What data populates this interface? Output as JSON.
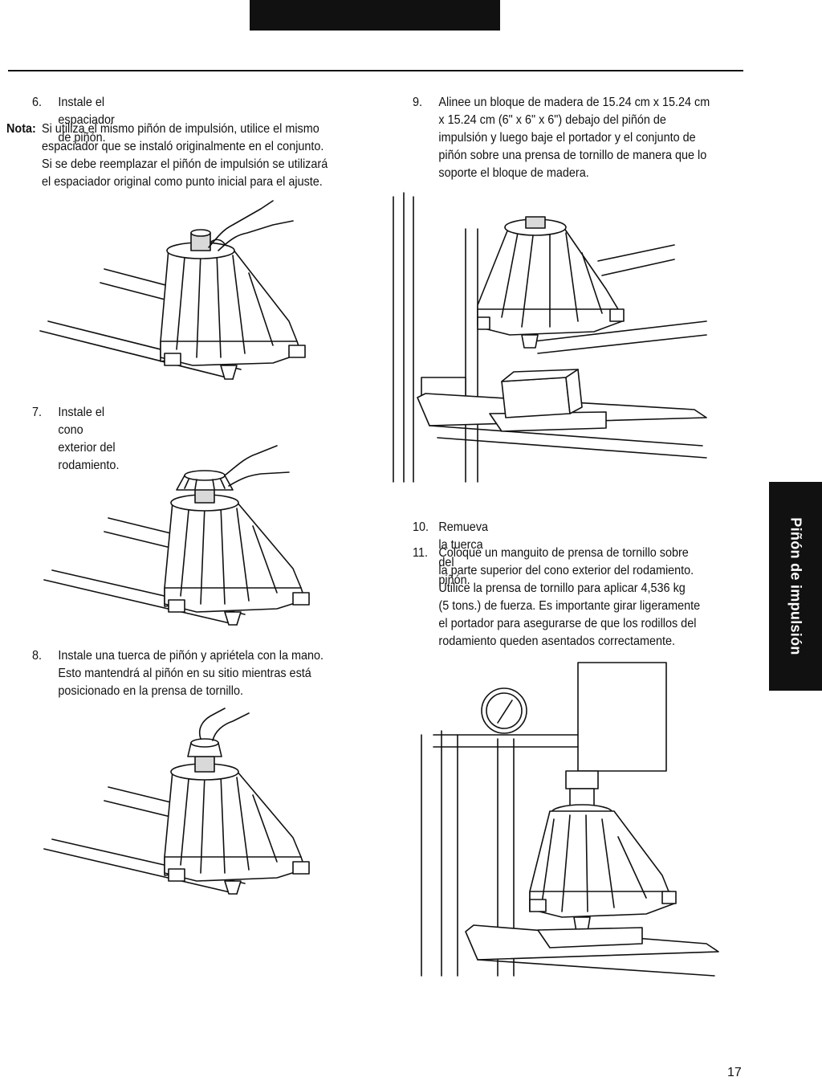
{
  "steps": {
    "s6": {
      "num": "6.",
      "text": "Instale el espaciador de piñón."
    },
    "s7": {
      "num": "7.",
      "text": "Instale el cono exterior del rodamiento."
    },
    "s8": {
      "num": "8.",
      "lines": [
        "Instale una tuerca de piñón y apriétela con la mano.",
        "Esto mantendrá al piñón en su sitio mientras está",
        "posicionado en la prensa de tornillo."
      ]
    },
    "s9": {
      "num": "9.",
      "lines": [
        "Alinee un bloque de madera de 15.24 cm x 15.24 cm",
        "x 15.24 cm (6\" x 6\" x 6\") debajo del piñón de",
        "impulsión y luego baje el portador y el conjunto de",
        "piñón sobre una prensa de tornillo de manera que lo",
        "soporte el bloque de madera."
      ]
    },
    "s10": {
      "num": "10.",
      "text": "Remueva la tuerca del piñón."
    },
    "s11": {
      "num": "11.",
      "lines": [
        "Coloque un manguito de prensa de tornillo sobre",
        "la parte superior del cono exterior del rodamiento.",
        "Utilice la prensa de tornillo para aplicar 4,536 kg",
        "(5 tons.) de fuerza. Es importante girar ligeramente",
        "el portador para asegurarse de que los rodillos del",
        "rodamiento queden asentados correctamente."
      ]
    }
  },
  "note": {
    "label": "Nota:",
    "lines": [
      "Si utiliza el mismo piñón de impulsión, utilice el mismo",
      "espaciador que se instaló originalmente en el conjunto.",
      "Si se debe reemplazar el piñón de impulsión se utilizará",
      "el espaciador original como punto inicial para el ajuste."
    ]
  },
  "side_tab": {
    "label": "Piñón de impulsión"
  },
  "page_number": "17"
}
